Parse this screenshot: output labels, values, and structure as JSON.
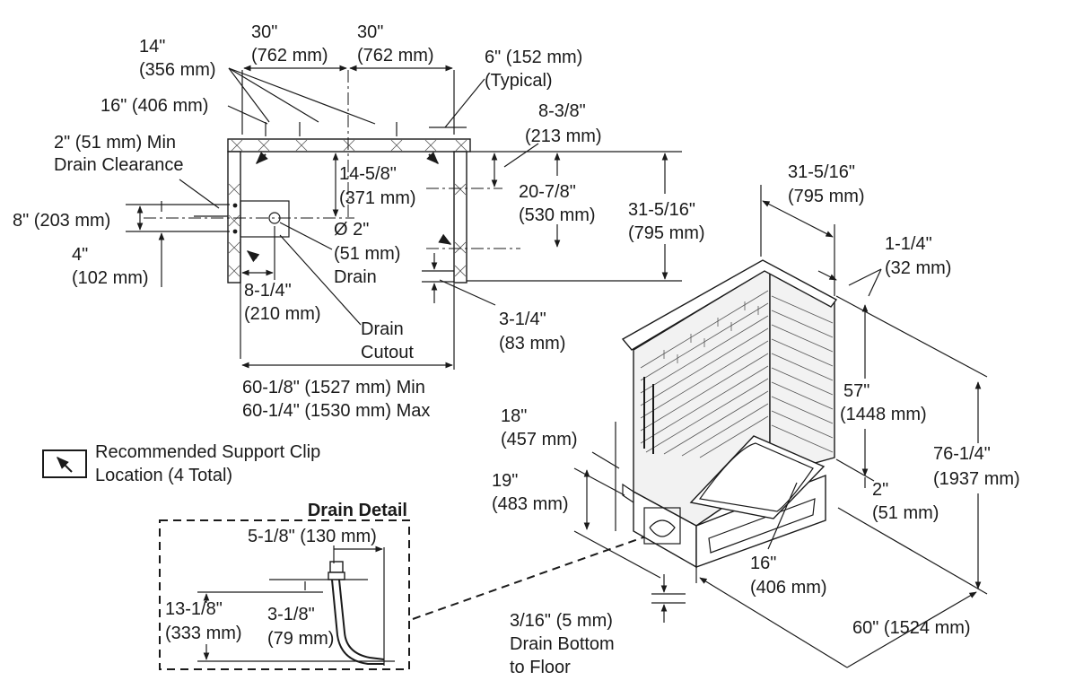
{
  "plan": {
    "dim_14": [
      "14\"",
      "(356 mm)"
    ],
    "dim_30a": [
      "30\"",
      "(762 mm)"
    ],
    "dim_30b": [
      "30\"",
      "(762 mm)"
    ],
    "dim_6": [
      "6\" (152 mm)",
      "(Typical)"
    ],
    "dim_16": "16\" (406 mm)",
    "dim_8_3_8": [
      "8-3/8\"",
      "(213 mm)"
    ],
    "drain_clearance": [
      "2\" (51 mm) Min",
      "Drain Clearance"
    ],
    "dim_14_5_8": [
      "14-5/8\"",
      "(371 mm)"
    ],
    "dim_20_7_8": [
      "20-7/8\"",
      "(530 mm)"
    ],
    "dim_31_5_16": [
      "31-5/16\"",
      "(795 mm)"
    ],
    "dim_8": "8\" (203 mm)",
    "dim_2_drain": [
      "Ø 2\"",
      "(51 mm)",
      "Drain"
    ],
    "dim_4": [
      "4\"",
      "(102 mm)"
    ],
    "dim_8_1_4": [
      "8-1/4\"",
      "(210 mm)"
    ],
    "drain_cutout": [
      "Drain",
      "Cutout"
    ],
    "dim_3_1_4": [
      "3-1/4\"",
      "(83 mm)"
    ],
    "dim_60": [
      "60-1/8\" (1527 mm) Min",
      "60-1/4\" (1530 mm) Max"
    ]
  },
  "legend": {
    "text": [
      "Recommended Support Clip",
      "Location (4 Total)"
    ],
    "icon": "support-clip-arrow-icon"
  },
  "detail": {
    "title": "Drain Detail",
    "dim_5_1_8": "5-1/8\" (130 mm)",
    "dim_13_1_8": [
      "13-1/8\"",
      "(333 mm)"
    ],
    "dim_3_1_8": [
      "3-1/8\"",
      "(79 mm)"
    ]
  },
  "iso": {
    "dim_31_5_16": [
      "31-5/16\"",
      "(795 mm)"
    ],
    "dim_1_1_4": [
      "1-1/4\"",
      "(32 mm)"
    ],
    "dim_57": [
      "57\"",
      "(1448 mm)"
    ],
    "dim_76_1_4": [
      "76-1/4\"",
      "(1937 mm)"
    ],
    "dim_18": [
      "18\"",
      "(457 mm)"
    ],
    "dim_19": [
      "19\"",
      "(483 mm)"
    ],
    "dim_2": [
      "2\"",
      "(51 mm)"
    ],
    "dim_16": [
      "16\"",
      "(406 mm)"
    ],
    "dim_60": "60\" (1524 mm)",
    "drain_bottom": [
      "3/16\" (5 mm)",
      "Drain Bottom",
      "to Floor"
    ]
  }
}
